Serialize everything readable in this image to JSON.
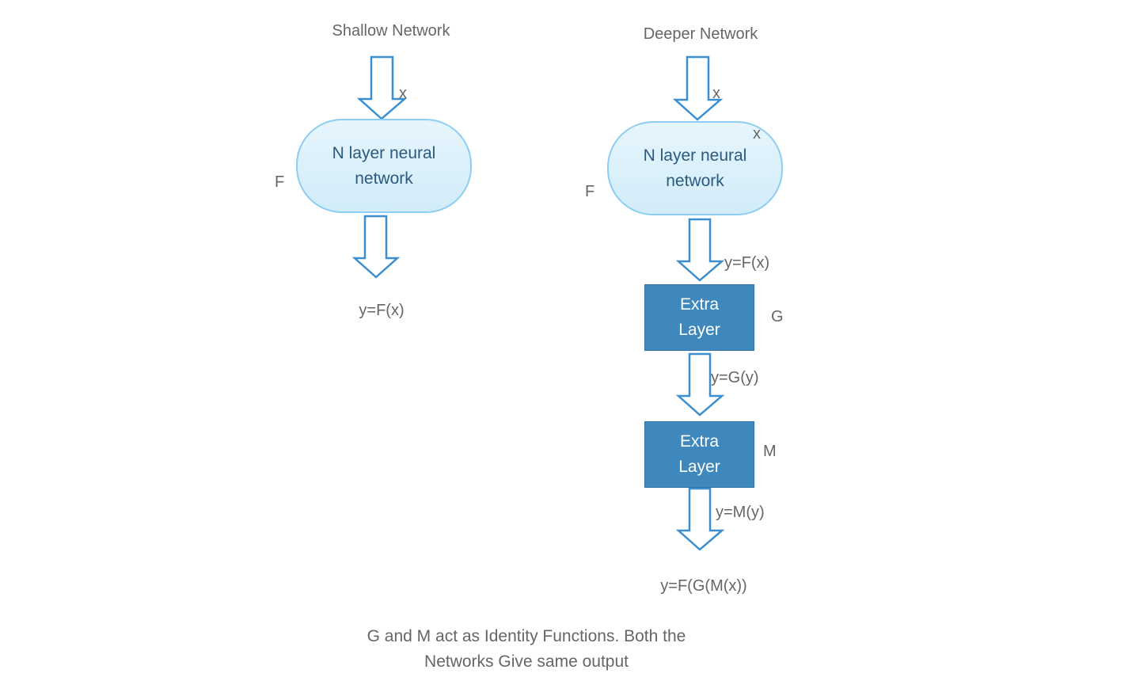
{
  "shallow": {
    "title": "Shallow Network",
    "input_label": "x",
    "function_label": "F",
    "block_line1": "N layer neural",
    "block_line2": "network",
    "output": "y=F(x)"
  },
  "deeper": {
    "title": "Deeper Network",
    "input_label": "x",
    "inner_label": "x",
    "function_label": "F",
    "block_line1": "N layer neural",
    "block_line2": "network",
    "arrow1_label": "y=F(x)",
    "layer_g": {
      "line1": "Extra",
      "line2": "Layer",
      "label": "G"
    },
    "arrow2_label": "y=G(y)",
    "layer_m": {
      "line1": "Extra",
      "line2": "Layer",
      "label": "M"
    },
    "arrow3_label": "y=M(y)",
    "output": "y=F(G(M(x))"
  },
  "caption": {
    "line1": "G and M act as Identity Functions. Both the",
    "line2": "Networks Give same output"
  },
  "colors": {
    "arrow_stroke": "#3b8fd0",
    "pill_fill": "#dff1fb",
    "pill_border": "#8ccdf1",
    "layer_fill": "#3f88bd",
    "text": "#666666"
  }
}
